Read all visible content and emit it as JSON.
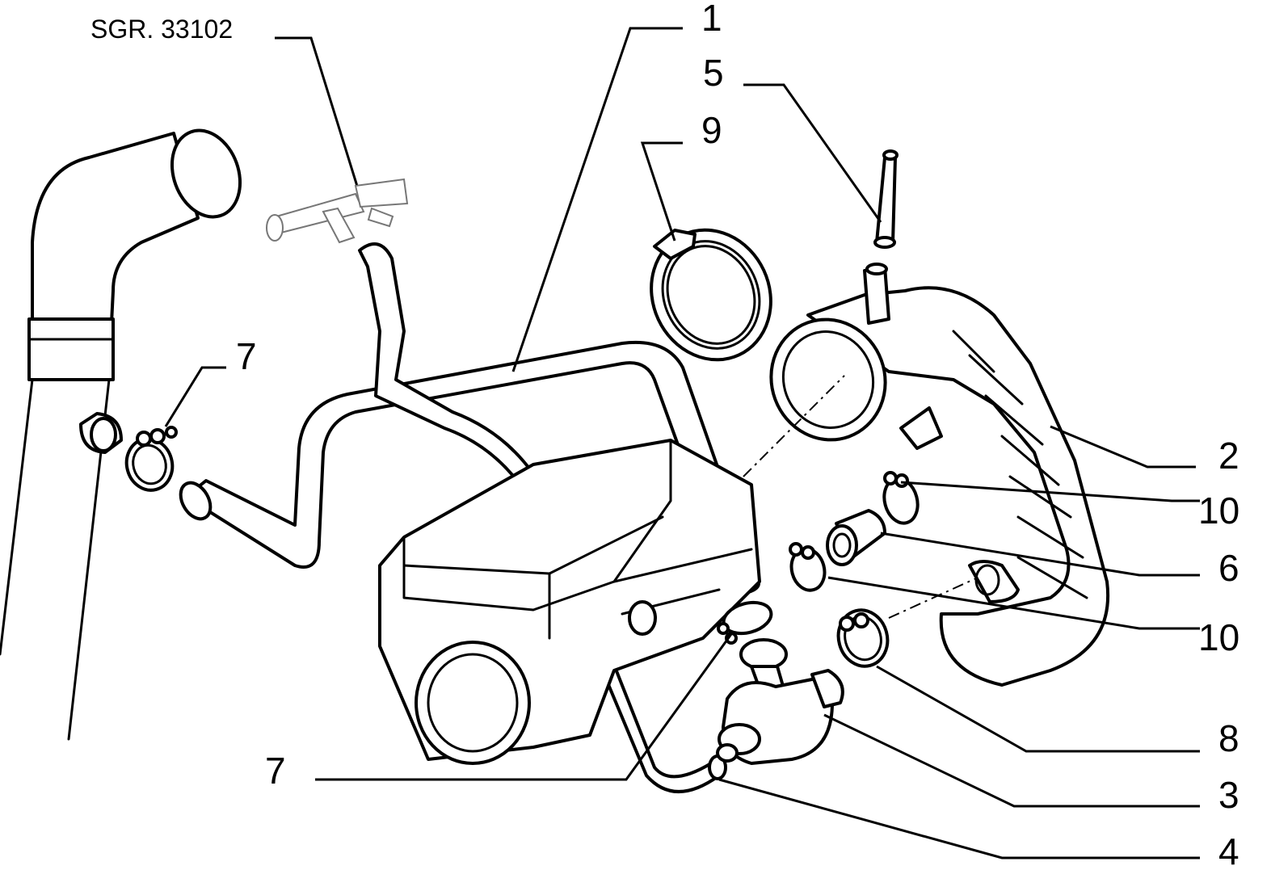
{
  "reference": "SGR. 33102",
  "callouts": [
    "1",
    "5",
    "9",
    "7",
    "2",
    "10",
    "6",
    "10",
    "8",
    "3",
    "4",
    "7"
  ],
  "colors": {
    "line": "#000000",
    "background": "#ffffff"
  }
}
